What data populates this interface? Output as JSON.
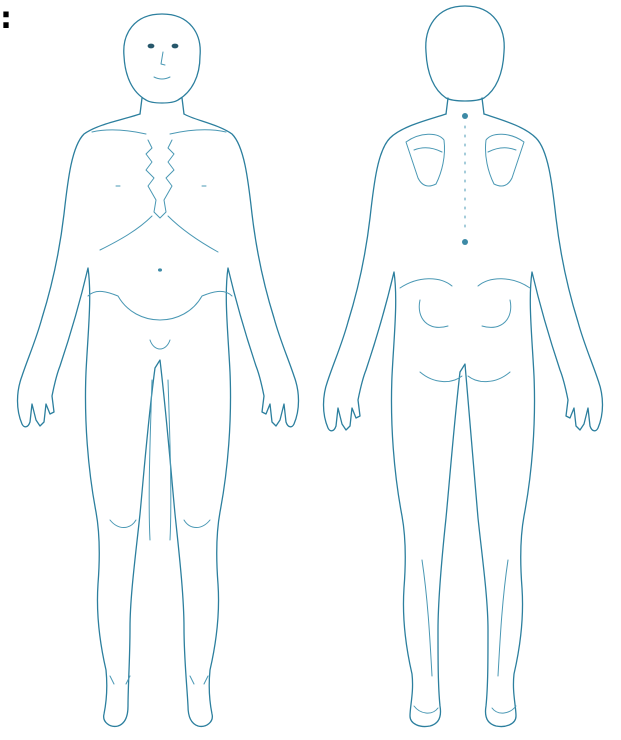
{
  "header": {
    "colon_text": ":"
  },
  "figures": [
    {
      "view": "front",
      "icon": "human-body-front-outline"
    },
    {
      "view": "back",
      "icon": "human-body-back-outline"
    }
  ],
  "colors": {
    "line": "#2c7f9e",
    "background": "#ffffff"
  }
}
